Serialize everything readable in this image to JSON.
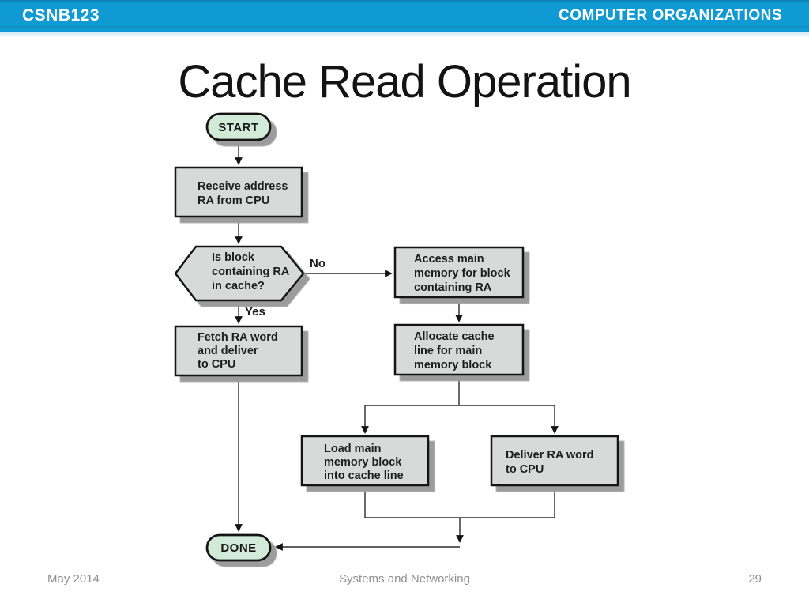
{
  "header": {
    "course_code": "CSNB123",
    "course_title": "COMPUTER ORGANIZATIONS",
    "bar_color": "#0f9ad3",
    "accent_color": "#cde8f5"
  },
  "title": "Cache Read Operation",
  "flowchart": {
    "colors": {
      "terminal_fill": "#d2ead8",
      "process_fill": "#d7dad8",
      "border": "#141414",
      "shadow": "#9b9c9b",
      "line": "#2b2b2b"
    },
    "nodes": [
      {
        "id": "start",
        "type": "terminal",
        "label": "START"
      },
      {
        "id": "receive",
        "type": "process",
        "lines": [
          "Receive address",
          "RA from CPU"
        ]
      },
      {
        "id": "decision",
        "type": "decision",
        "lines": [
          "Is block",
          "containing RA",
          "in cache?"
        ]
      },
      {
        "id": "access",
        "type": "process",
        "lines": [
          "Access main",
          "memory for block",
          "containing RA"
        ]
      },
      {
        "id": "fetch",
        "type": "process",
        "lines": [
          "Fetch RA word",
          "and deliver",
          "to CPU"
        ]
      },
      {
        "id": "allocate",
        "type": "process",
        "lines": [
          "Allocate cache",
          "line for main",
          "memory block"
        ]
      },
      {
        "id": "load",
        "type": "process",
        "lines": [
          "Load main",
          "memory block",
          "into cache line"
        ]
      },
      {
        "id": "deliver",
        "type": "process",
        "lines": [
          "Deliver RA word",
          "to CPU"
        ]
      },
      {
        "id": "done",
        "type": "terminal",
        "label": "DONE"
      }
    ],
    "edge_labels": {
      "no": "No",
      "yes": "Yes"
    }
  },
  "footer": {
    "date": "May 2014",
    "center": "Systems and Networking",
    "page": "29"
  }
}
